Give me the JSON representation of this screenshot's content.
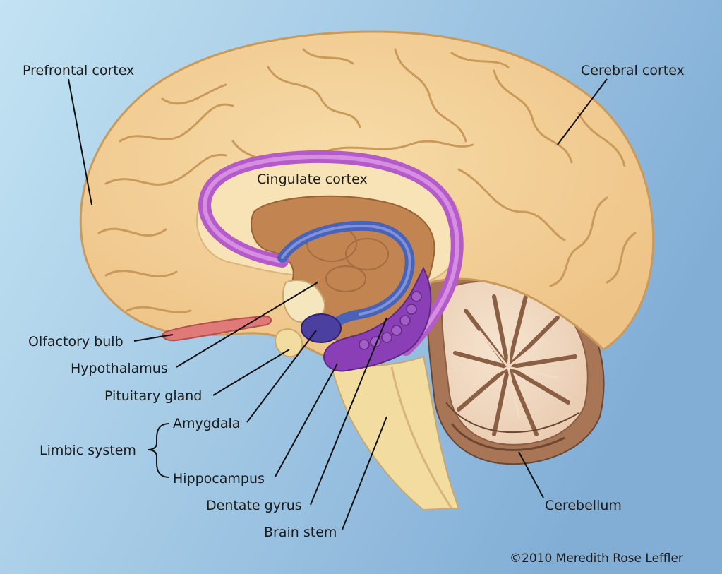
{
  "labels": {
    "prefrontal_cortex": "Prefrontal cortex",
    "cerebral_cortex": "Cerebral cortex",
    "cingulate_cortex": "Cingulate cortex",
    "olfactory_bulb": "Olfactory bulb",
    "hypothalamus": "Hypothalamus",
    "pituitary_gland": "Pituitary gland",
    "amygdala": "Amygdala",
    "limbic_system": "Limbic system",
    "hippocampus": "Hippocampus",
    "dentate_gyrus": "Dentate gyrus",
    "brain_stem": "Brain stem",
    "cerebellum": "Cerebellum"
  },
  "credit": "©2010 Meredith Rose Leffler",
  "colors": {
    "background_light": "#bfe0f2",
    "background_dark": "#86b2d8",
    "cortex": "#f3cf95",
    "cortex_outline": "#c99a5a",
    "inner_brain": "#c28552",
    "cingulate": "#b45bc9",
    "fornix": "#4a62b8",
    "amygdala": "#4b3fa0",
    "hippocampus": "#8a3fb6",
    "olfactory_bulb": "#e07a78",
    "brain_stem": "#f2dc9f",
    "cerebellum": "#a87556"
  }
}
